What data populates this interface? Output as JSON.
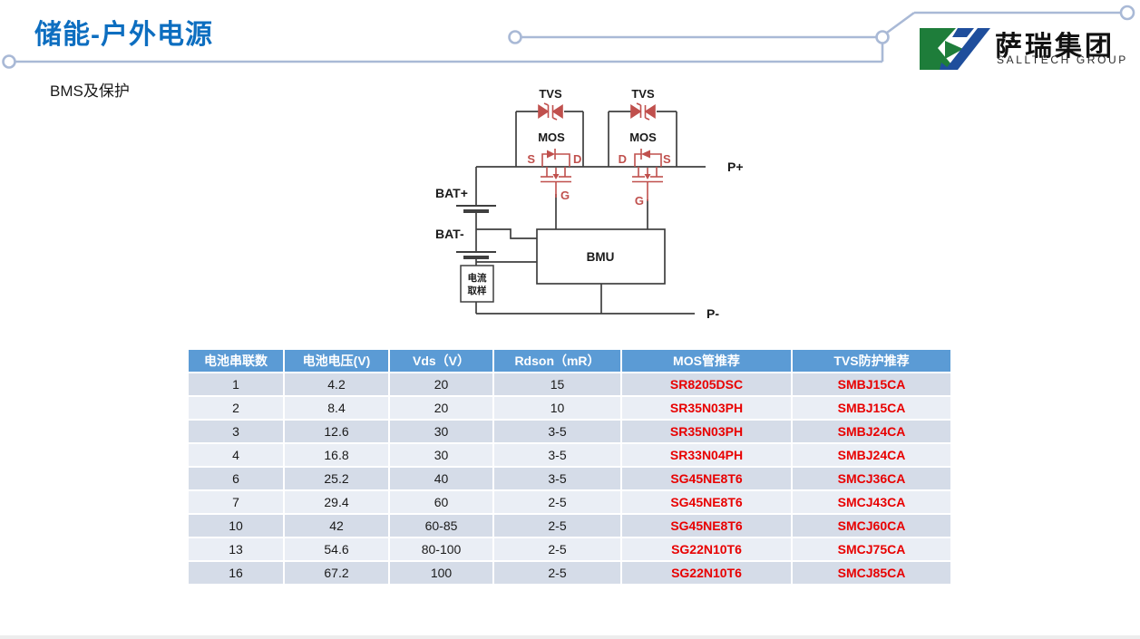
{
  "header": {
    "title": "储能-户外电源",
    "subtitle": "BMS及保护"
  },
  "logo": {
    "name_cn": "萨瑞集团",
    "name_en": "SALLTECH GROUP"
  },
  "colors": {
    "title_blue": "#0d6ec0",
    "decor_line": "#a9b9d6",
    "table_header_bg": "#5b9bd5",
    "row_dark": "#d5dce8",
    "row_light": "#eaeef5",
    "part_red": "#e80000",
    "circuit_red": "#c0504d",
    "wire_gray": "#3f3f3f",
    "logo_green": "#1e7d3a",
    "logo_blue": "#1f4e9c"
  },
  "circuit": {
    "tvs_left": "TVS",
    "tvs_right": "TVS",
    "mos_left": "MOS",
    "mos_right": "MOS",
    "s_left": "S",
    "d_left": "D",
    "g_left": "G",
    "d_right": "D",
    "s_right": "S",
    "g_right": "G",
    "bat_plus": "BAT+",
    "bat_minus": "BAT-",
    "bmu": "BMU",
    "p_plus": "P+",
    "p_minus": "P-",
    "cs1": "电流",
    "cs2": "取样"
  },
  "table": {
    "columns": [
      "电池串联数",
      "电池电压(V)",
      "Vds（V）",
      "Rdson（mR）",
      "MOS管推荐",
      "TVS防护推荐"
    ],
    "rows": [
      [
        "1",
        "4.2",
        "20",
        "15",
        "SR8205DSC",
        "SMBJ15CA"
      ],
      [
        "2",
        "8.4",
        "20",
        "10",
        "SR35N03PH",
        "SMBJ15CA"
      ],
      [
        "3",
        "12.6",
        "30",
        "3-5",
        "SR35N03PH",
        "SMBJ24CA"
      ],
      [
        "4",
        "16.8",
        "30",
        "3-5",
        "SR33N04PH",
        "SMBJ24CA"
      ],
      [
        "6",
        "25.2",
        "40",
        "3-5",
        "SG45NE8T6",
        "SMCJ36CA"
      ],
      [
        "7",
        "29.4",
        "60",
        "2-5",
        "SG45NE8T6",
        "SMCJ43CA"
      ],
      [
        "10",
        "42",
        "60-85",
        "2-5",
        "SG45NE8T6",
        "SMCJ60CA"
      ],
      [
        "13",
        "54.6",
        "80-100",
        "2-5",
        "SG22N10T6",
        "SMCJ75CA"
      ],
      [
        "16",
        "67.2",
        "100",
        "2-5",
        "SG22N10T6",
        "SMCJ85CA"
      ]
    ]
  }
}
